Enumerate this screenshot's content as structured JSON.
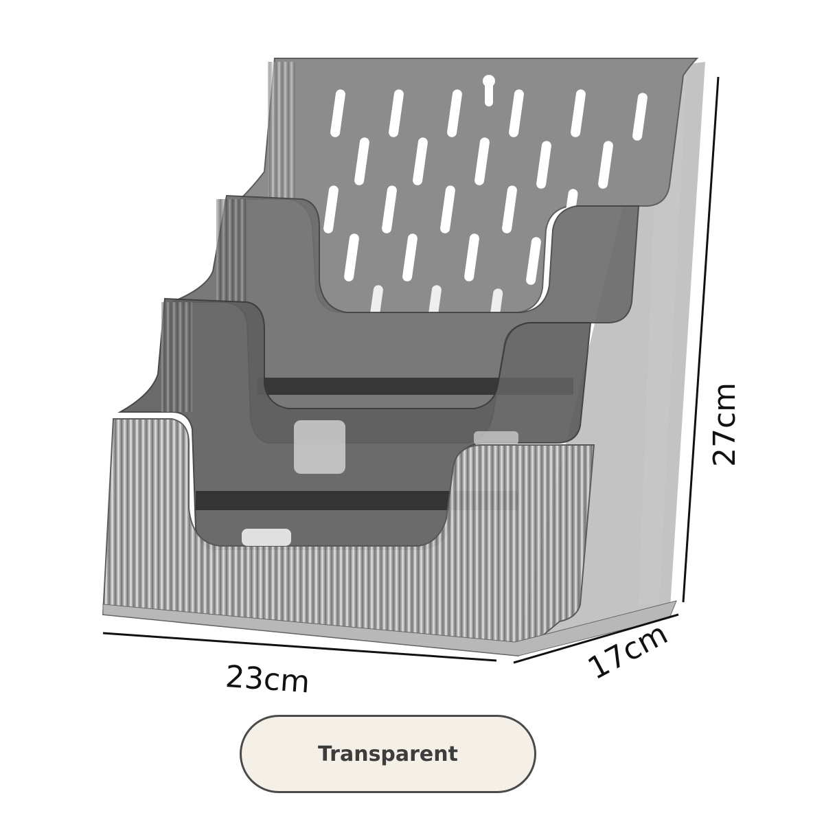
{
  "product": {
    "dimensions": {
      "width": "23cm",
      "depth": "17cm",
      "height": "27cm"
    },
    "variant_label": "Transparent",
    "colors": {
      "body": "#8e8e8e",
      "body_dark": "#4a4a4a",
      "pill_background": "#f4f0e8",
      "pill_border": "#4a4a4a"
    }
  }
}
